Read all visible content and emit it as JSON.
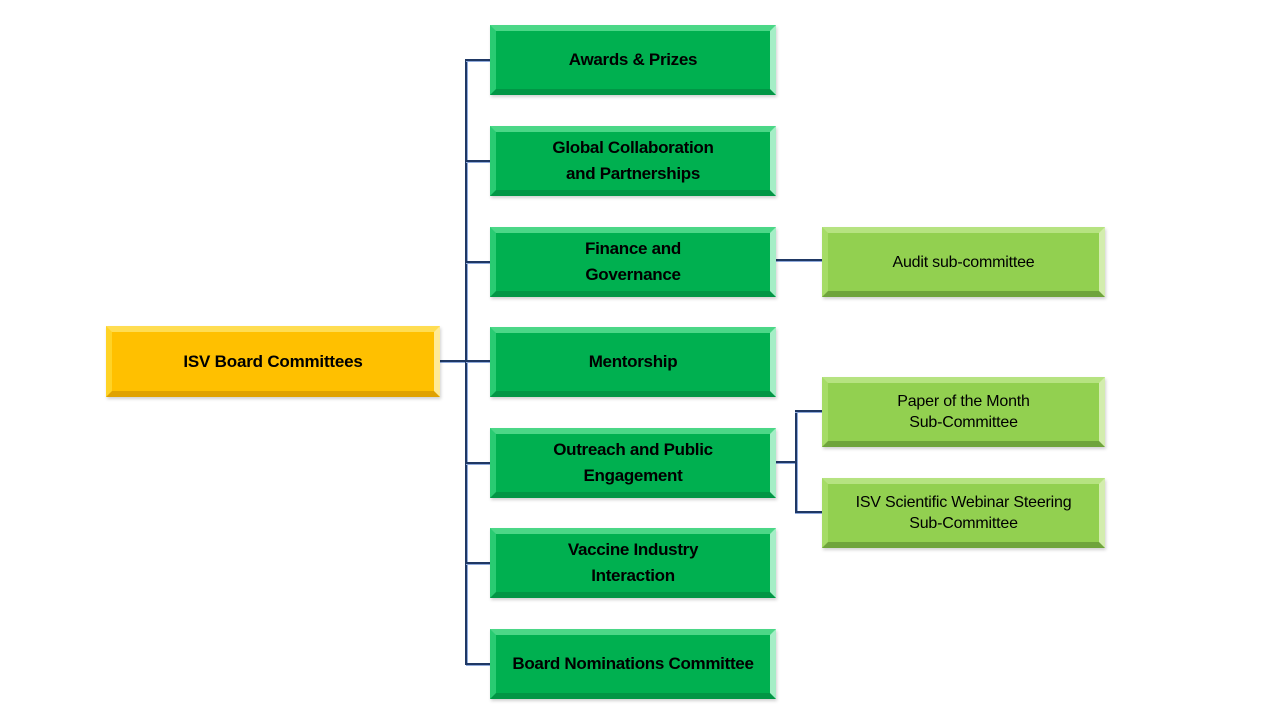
{
  "diagram": {
    "type": "org-chart",
    "background": "#FFFFFF",
    "root": {
      "label": "ISV Board Committees"
    },
    "committees": [
      {
        "label": "Awards & Prizes"
      },
      {
        "label": "Global Collaboration\nand Partnerships"
      },
      {
        "label": "Finance and\nGovernance"
      },
      {
        "label": "Mentorship"
      },
      {
        "label": "Outreach and Public\nEngagement"
      },
      {
        "label": "Vaccine Industry\nInteraction"
      },
      {
        "label": "Board Nominations Committee"
      }
    ],
    "subcommittees": [
      {
        "label": "Audit sub-committee",
        "parent": "Finance and Governance"
      },
      {
        "label": "Paper of the Month\nSub-Committee",
        "parent": "Outreach and Public Engagement"
      },
      {
        "label": "ISV Scientific Webinar Steering\nSub-Committee",
        "parent": "Outreach and Public Engagement"
      }
    ],
    "colors": {
      "root_fill": "#FFC000",
      "committee_fill": "#00B050",
      "subcommittee_fill": "#92D050",
      "connector": "#1F3864",
      "connector_accent": "#8FAADC",
      "text": "#000000"
    }
  }
}
